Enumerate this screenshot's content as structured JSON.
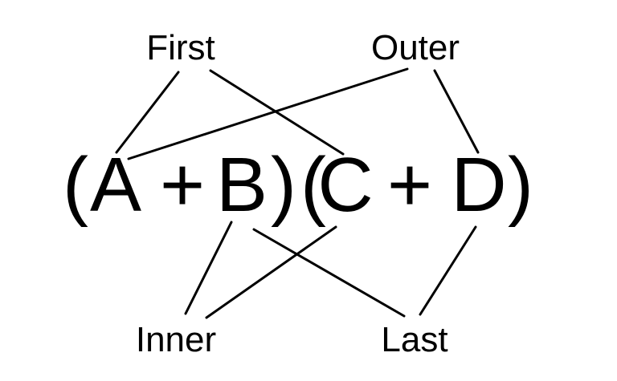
{
  "labels": {
    "first": "First",
    "outer": "Outer",
    "inner": "Inner",
    "last": "Last"
  },
  "expression": {
    "open_paren_1": "(",
    "term_a": "A",
    "plus_1": "+",
    "term_b": "B",
    "close_paren_1": ")",
    "open_paren_2": "(",
    "term_c": "C",
    "plus_2": "+",
    "term_d": "D",
    "close_paren_2": ")"
  },
  "colors": {
    "ink": "#000000",
    "background": "#ffffff"
  }
}
